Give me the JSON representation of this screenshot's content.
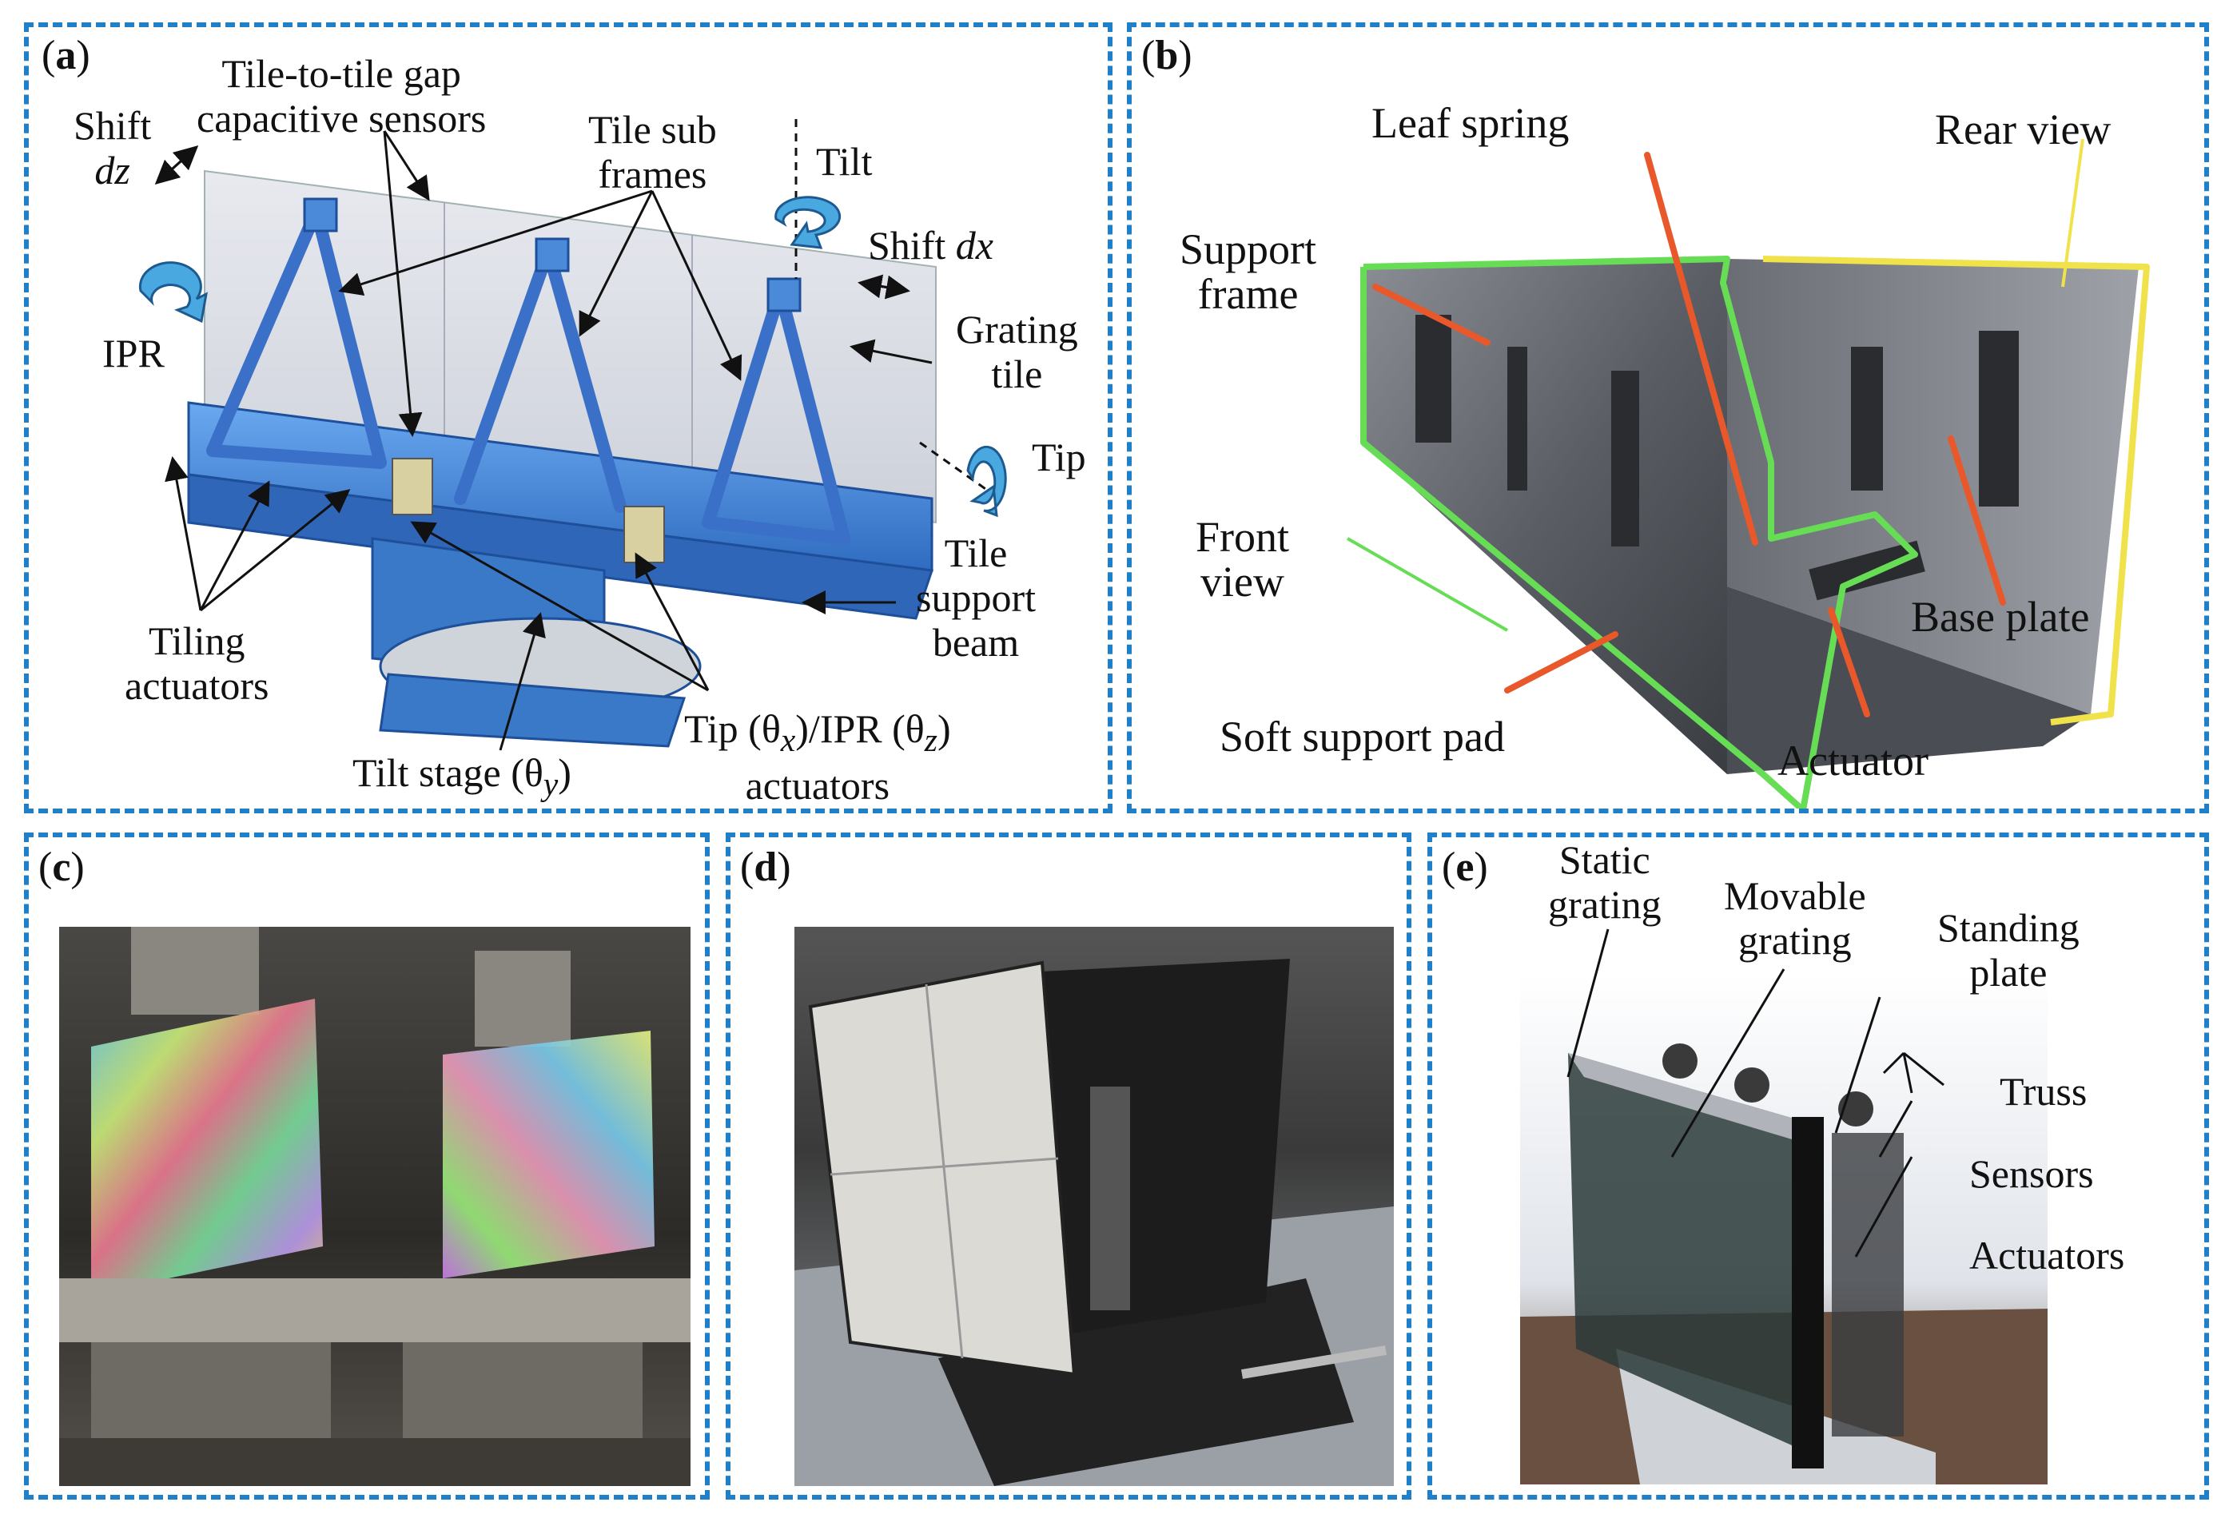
{
  "panels": {
    "a": {
      "tag": "a",
      "labels": {
        "tile_gap_1": "Tile-to-tile gap",
        "tile_gap_2": "capacitive sensors",
        "shift": "Shift",
        "dz": "dz",
        "ipr": "IPR",
        "tile_sub_1": "Tile sub",
        "tile_sub_2": "frames",
        "tilt": "Tilt",
        "shift_dx": "Shift",
        "dx": "dx",
        "grating_1": "Grating",
        "grating_2": "tile",
        "tip": "Tip",
        "support_1": "Tile",
        "support_2": "support",
        "support_3": "beam",
        "tiling_1": "Tiling",
        "tiling_2": "actuators",
        "tipipr_1": "Tip (θ",
        "tipipr_sub1": "x",
        "tipipr_mid": ")/IPR (θ",
        "tipipr_sub2": "z",
        "tipipr_end": ")",
        "tipipr_2": "actuators",
        "tiltstage": "Tilt stage (θ",
        "tiltstage_sub": "y",
        "tiltstage_end": ")"
      }
    },
    "b": {
      "tag": "b",
      "labels": {
        "leaf_spring": "Leaf spring",
        "rear_view": "Rear view",
        "support_1": "Support",
        "support_2": "frame",
        "front_1": "Front",
        "front_2": "view",
        "base_plate": "Base plate",
        "soft_pad": "Soft support pad",
        "actuator": "Actuator"
      }
    },
    "c": {
      "tag": "c"
    },
    "d": {
      "tag": "d"
    },
    "e": {
      "tag": "e",
      "labels": {
        "static_1": "Static",
        "static_2": "grating",
        "movable_1": "Movable",
        "movable_2": "grating",
        "standing_1": "Standing",
        "standing_2": "plate",
        "truss": "Truss",
        "sensors": "Sensors",
        "actuators": "Actuators"
      }
    }
  },
  "colors": {
    "border": "#1f7fc8",
    "model_blue": "#3c7fd0",
    "leader_orange": "#e8582a",
    "outline_green": "#66dd55",
    "outline_yellow": "#f0e24a",
    "arrow_blue": "#4aa8e0"
  }
}
